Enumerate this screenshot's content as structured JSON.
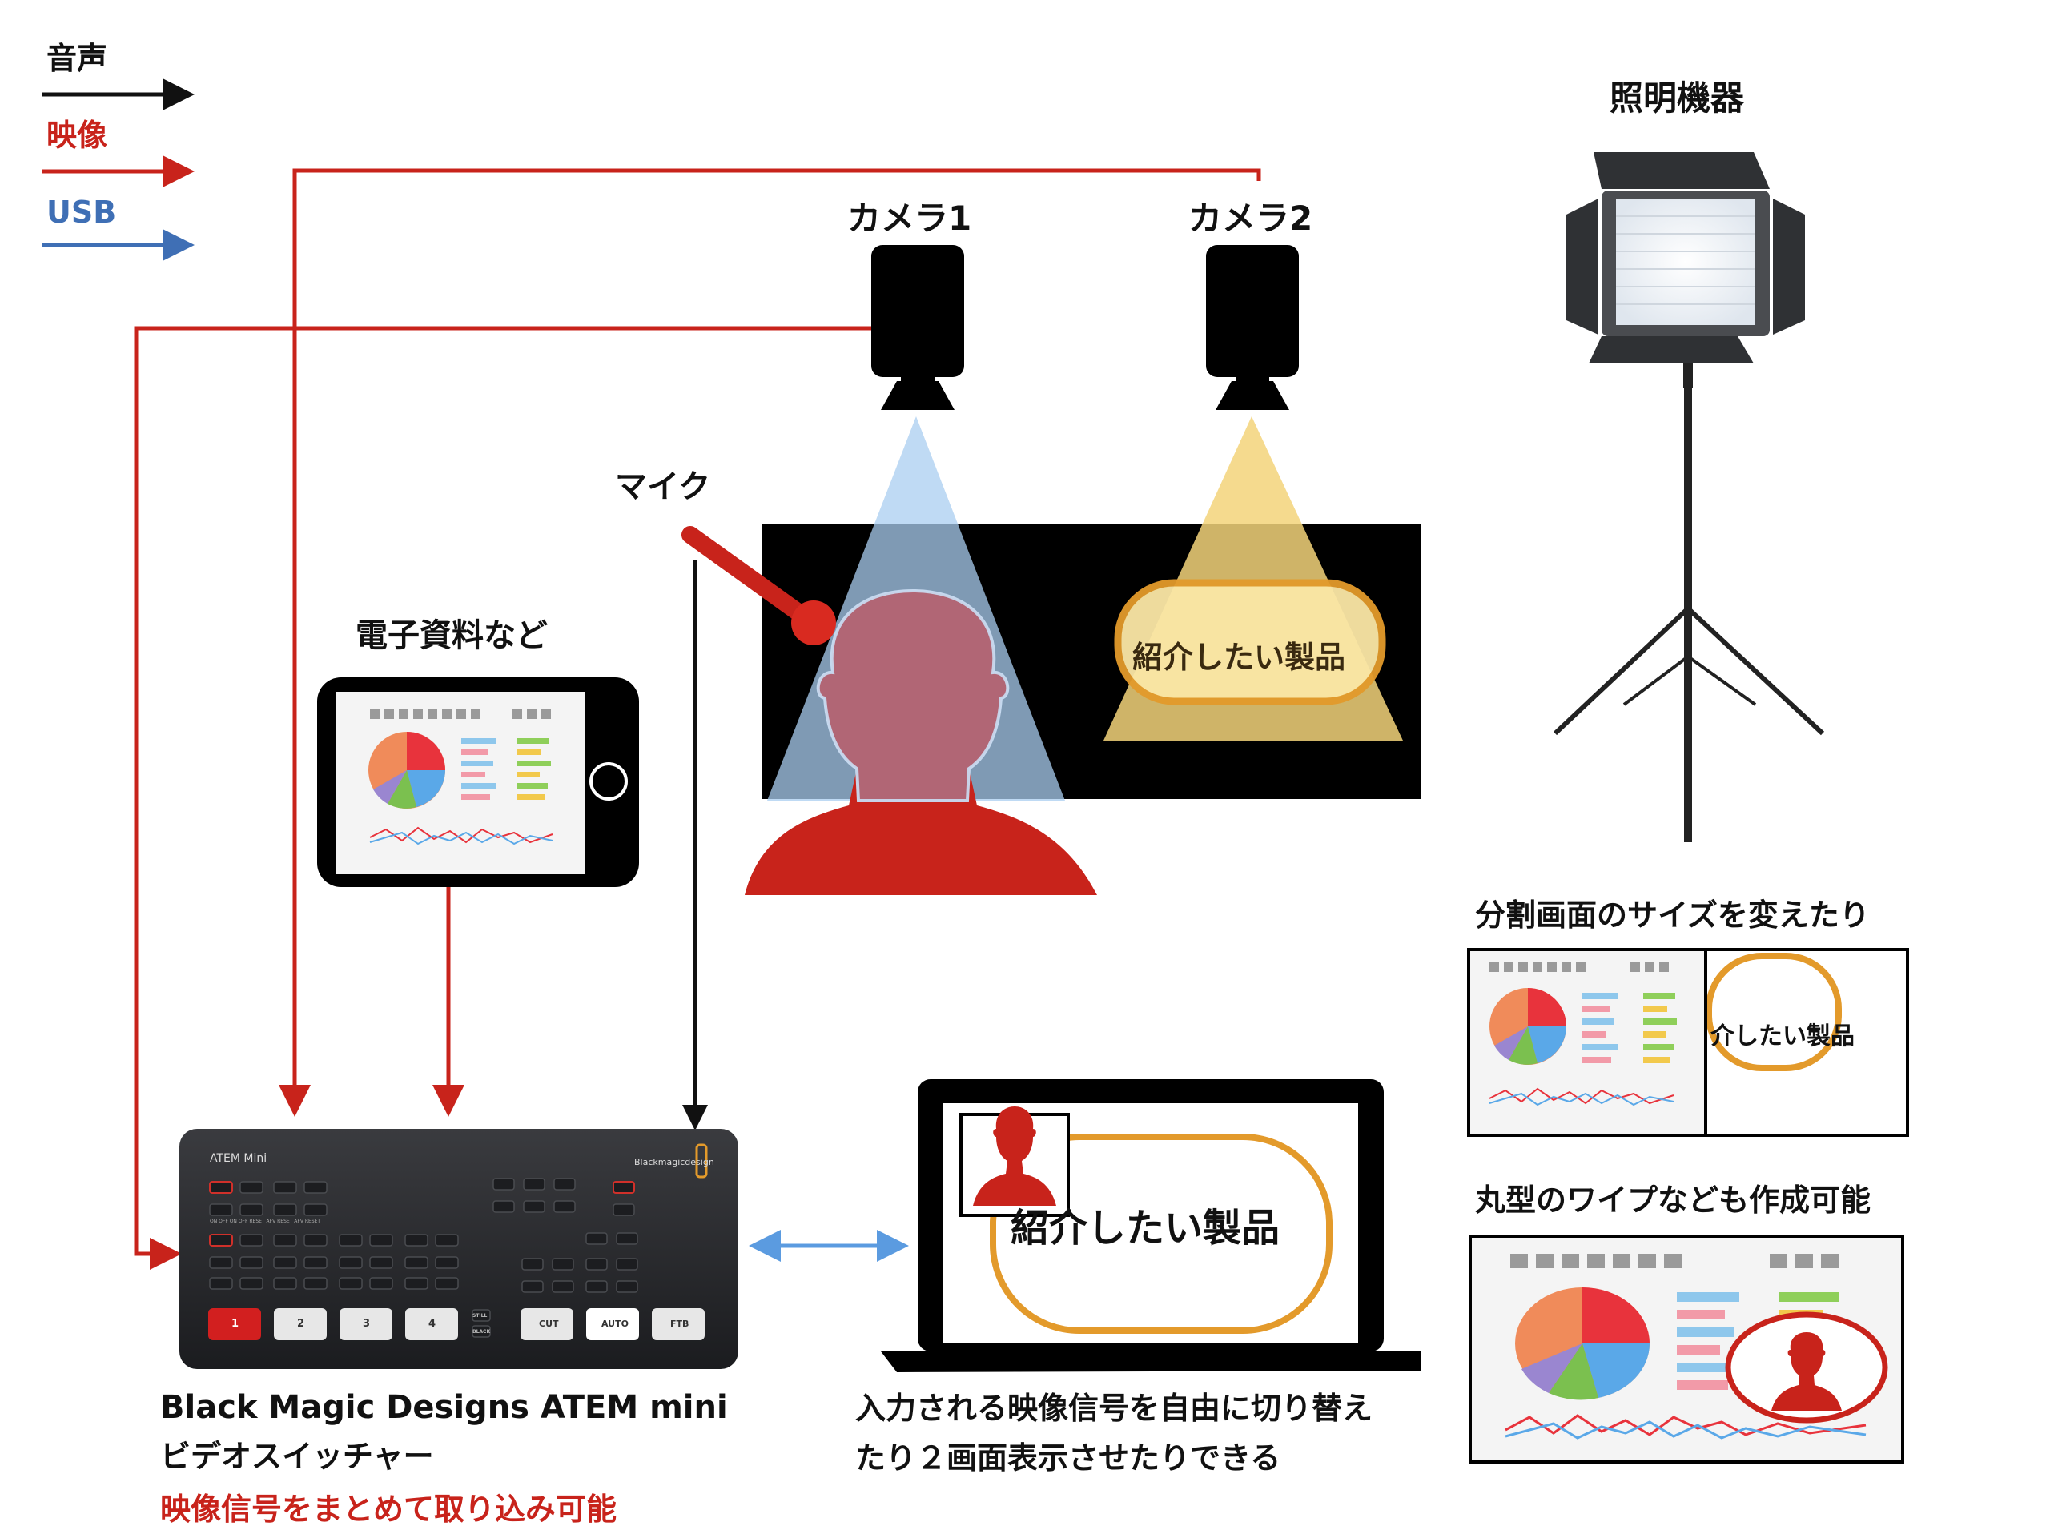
{
  "legend": [
    {
      "label": "音声",
      "color": "#111111"
    },
    {
      "label": "映像",
      "color": "#c8231b"
    },
    {
      "label": "USB",
      "color": "#3f6fb5"
    }
  ],
  "labels": {
    "lighting": "照明機器",
    "camera1": "カメラ1",
    "camera2": "カメラ2",
    "mic": "マイク",
    "documents": "電子資料など",
    "product": "紹介したい製品",
    "product_cropped": "介したい製品",
    "split_caption": "分割画面のサイズを変えたり",
    "wipe_caption": "丸型のワイプなども作成可能",
    "switcher_name": "Black Magic Designs ATEM mini",
    "switcher_type": "ビデオスイッチャー",
    "switcher_note": "映像信号をまとめて取り込み可能",
    "laptop_caption_1": "入力される映像信号を自由に切り替え",
    "laptop_caption_2": "たり２画面表示させたりできる"
  },
  "device": {
    "model": "ATEM Mini",
    "brand": "Blackmagicdesign",
    "inputs": [
      "1",
      "2",
      "3",
      "4"
    ],
    "still": "STILL",
    "black": "BLACK",
    "cut": "CUT",
    "auto": "AUTO",
    "ftb": "FTB",
    "small_buttons": [
      "ON",
      "OFF",
      "ON",
      "OFF",
      "RESET",
      "AFV",
      "RESET",
      "AFV",
      "RESET"
    ]
  },
  "colors": {
    "audio": "#111111",
    "video": "#c8231b",
    "usb": "#3f6fb5",
    "usb_link": "#5b9be0",
    "product_border": "#e39a2b",
    "camera1_beam": "#a9cdf0",
    "camera2_beam": "#f3d37a",
    "person": "#c8231b"
  }
}
